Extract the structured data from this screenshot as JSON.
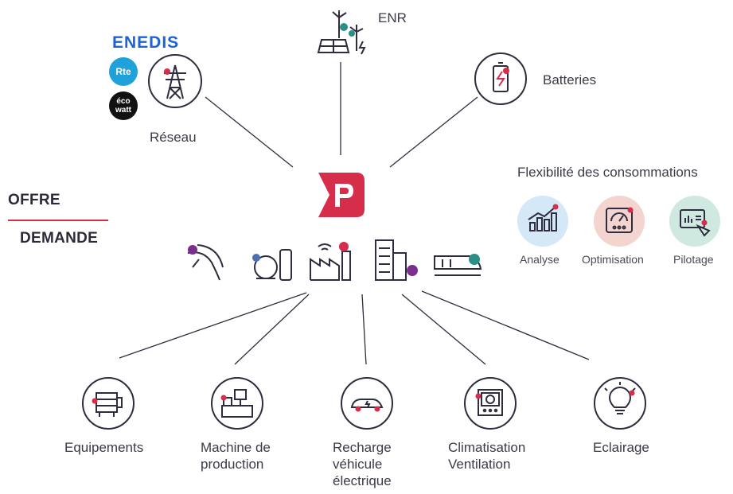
{
  "colors": {
    "accent": "#d62d4a",
    "dark": "#2d2d3f",
    "purple": "#7a2e8e",
    "blue_dot": "#4a6fb5"
  },
  "top_nodes": {
    "enr": "ENR",
    "batteries": "Batteries",
    "reseau": "Réseau"
  },
  "network_brands": {
    "enedis": "ENEDIS",
    "rte": "Rte",
    "ecowatt_1": "éco",
    "ecowatt_2": "watt"
  },
  "flex": {
    "title": "Flexibilité des consommations",
    "items": [
      "Analyse",
      "Optimisation",
      "Pilotage"
    ]
  },
  "divider": {
    "top": "OFFRE",
    "bottom": "DEMANDE"
  },
  "bottom_nodes": [
    "Equipements",
    "Machine de\nproduction",
    "Recharge\nvéhicule\nélectrique",
    "Climatisation\nVentilation",
    "Eclairage"
  ],
  "icons": {
    "enr": "wind-solar-icon",
    "batteries": "battery-icon",
    "reseau": "pylon-icon",
    "center": "logo-p-icon",
    "analyse": "chart-icon",
    "optimisation": "gauge-icon",
    "pilotage": "touch-control-icon",
    "equipements": "motor-icon",
    "machine": "machine-icon",
    "recharge": "ev-car-icon",
    "clim": "fan-icon",
    "eclairage": "bulb-icon"
  }
}
